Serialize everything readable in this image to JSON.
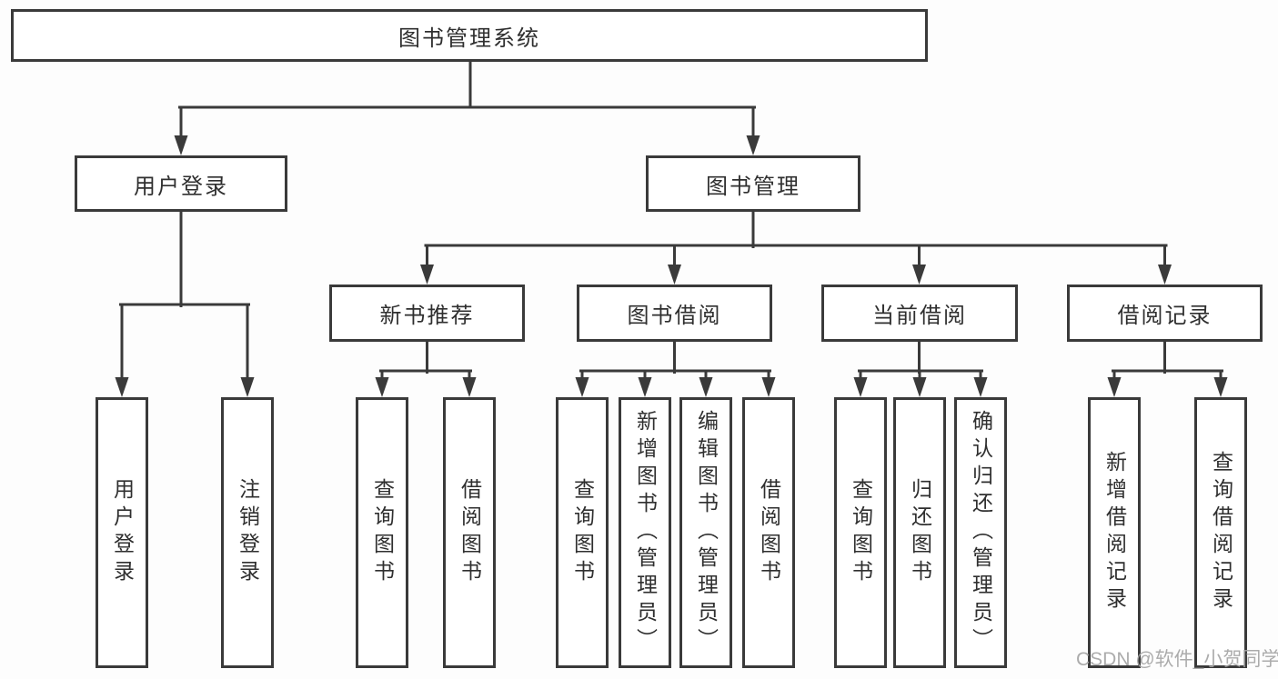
{
  "diagram": {
    "title": "图书管理系统",
    "tree": {
      "root": {
        "label": "图书管理系统",
        "children": [
          {
            "label": "用户登录",
            "children": [
              {
                "label": "用户登录"
              },
              {
                "label": "注销登录"
              }
            ]
          },
          {
            "label": "图书管理",
            "children": [
              {
                "label": "新书推荐",
                "children": [
                  {
                    "label": "查询图书"
                  },
                  {
                    "label": "借阅图书"
                  }
                ]
              },
              {
                "label": "图书借阅",
                "children": [
                  {
                    "label": "查询图书"
                  },
                  {
                    "label": "新增图书（管理员）"
                  },
                  {
                    "label": "编辑图书（管理员）"
                  },
                  {
                    "label": "借阅图书"
                  }
                ]
              },
              {
                "label": "当前借阅",
                "children": [
                  {
                    "label": "查询图书"
                  },
                  {
                    "label": "归还图书"
                  },
                  {
                    "label": "确认归还（管理员）"
                  }
                ]
              },
              {
                "label": "借阅记录",
                "children": [
                  {
                    "label": "新增借阅记录"
                  },
                  {
                    "label": "查询借阅记录"
                  }
                ]
              }
            ]
          }
        ]
      }
    },
    "colors": {
      "line": "#3a3a3a",
      "box_border": "#3a3a3a",
      "box_fill": "#ffffff",
      "text": "#2f2f2f",
      "background": "#fdfdfd",
      "watermark": "#a5a5a5"
    }
  },
  "watermark": {
    "text": "CSDN @软件_小贺同学"
  }
}
